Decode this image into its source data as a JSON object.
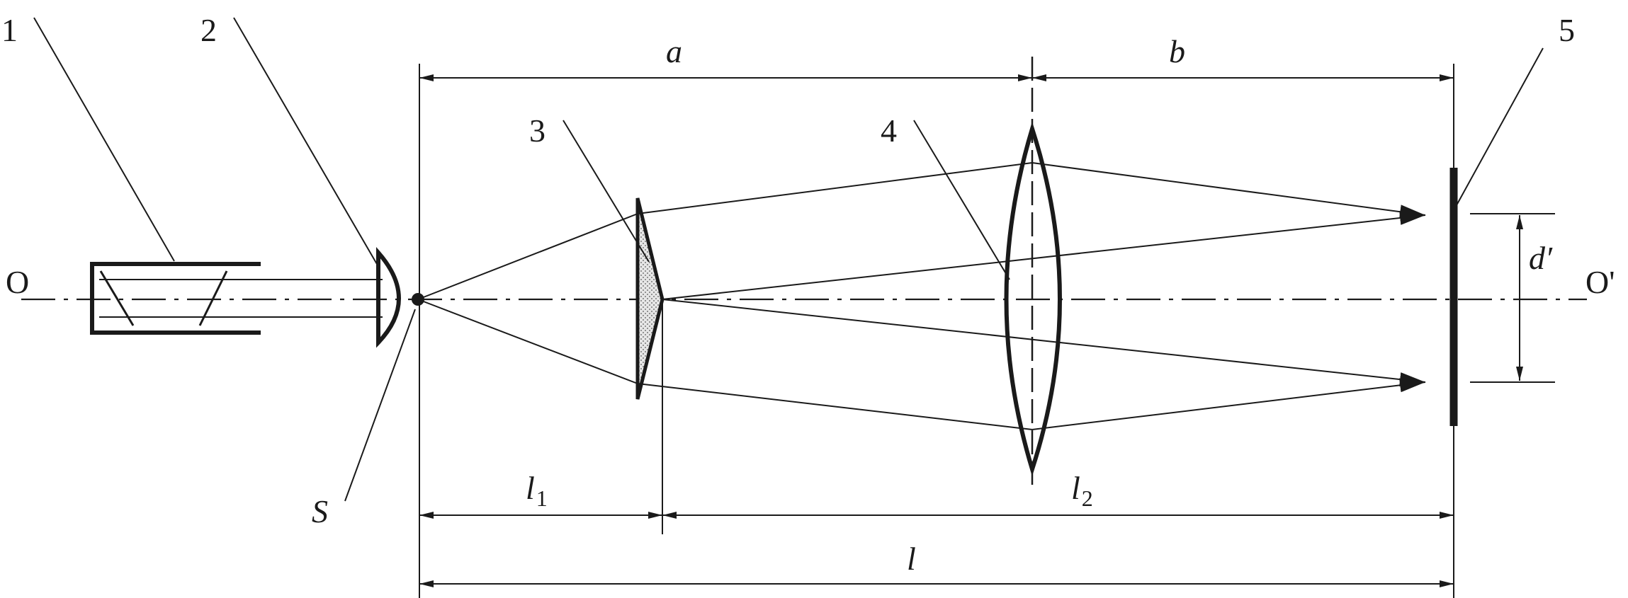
{
  "labels": {
    "part1": "1",
    "part2": "2",
    "part3": "3",
    "part4": "4",
    "part5": "5",
    "axis_left": "O",
    "axis_right": "O'",
    "source": "S",
    "dim_a": "a",
    "dim_b": "b",
    "dim_l": "l",
    "dim_l1_main": "l",
    "dim_l1_sub": "1",
    "dim_l2_main": "l",
    "dim_l2_sub": "2",
    "dim_d": "d′"
  },
  "colors": {
    "ink": "#1a1a1a",
    "prism_fill": "#c9c9c9"
  }
}
